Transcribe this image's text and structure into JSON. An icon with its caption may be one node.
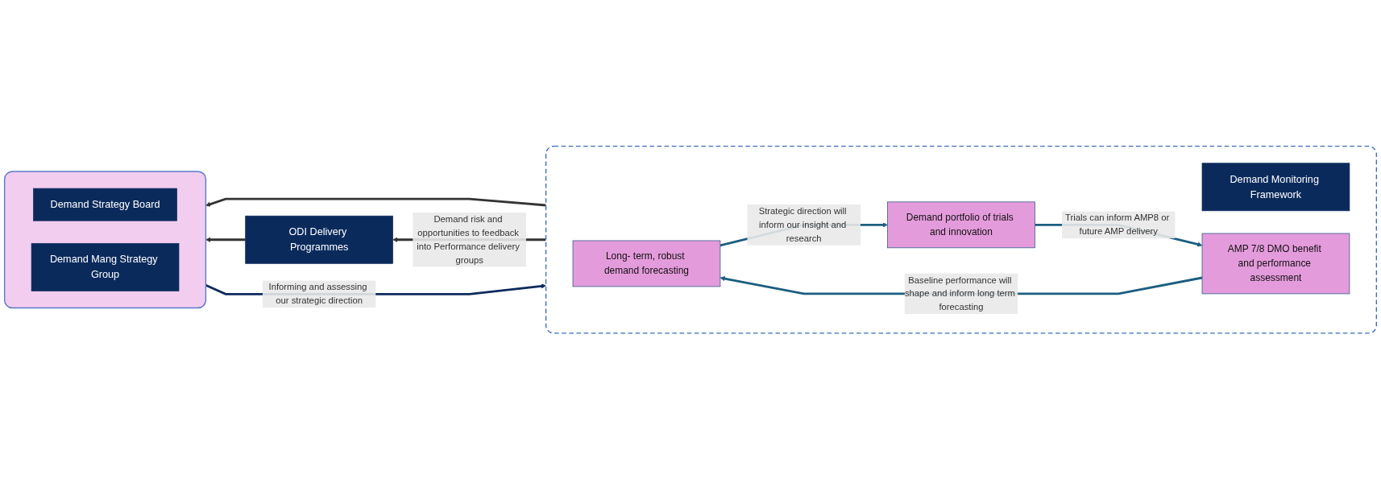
{
  "diagram": {
    "nodes": [
      {
        "text": [],
        "shape": "box"
      },
      {
        "text": [
          "Demand Strategy Board"
        ],
        "in": 0
      },
      {
        "text": [
          "Demand Mang Strategy Group"
        ],
        "in": 0
      },
      {
        "text": [
          "ODI Delivery Programmes"
        ]
      },
      {
        "text": [],
        "shape": "box"
      },
      {
        "text": [
          "Demand Monitoring Framework"
        ],
        "in": 4
      },
      {
        "text": [
          "Long- term, robust demand forecasting"
        ],
        "in": 4
      },
      {
        "text": [
          "Demand portfolio of trials and innovation"
        ],
        "in": 4
      },
      {
        "text": [
          "AMP 7/8 DMO benefit and performance assessment"
        ],
        "in": 4
      }
    ],
    "edges": [
      {
        "from": 0,
        "to": 4,
        "arrow": "to",
        "label": "Informing and assessing our strategic direction",
        "color": "#0b2a5c"
      },
      {
        "from": 4,
        "to": 0,
        "arrow": "to"
      },
      {
        "from": 4,
        "to": 3,
        "arrow": "to",
        "label": "Demand risk and opportunities to feedback into Performance delivery groups"
      },
      {
        "from": 3,
        "to": 0,
        "arrow": "to"
      },
      {
        "from": 6,
        "to": 7,
        "arrow": "to",
        "label": "Strategic direction will inform our insight and research",
        "color": "#1b5e80"
      },
      {
        "from": 7,
        "to": 8,
        "arrow": "to",
        "label": "Trials can inform AMP8 or future AMP delivery",
        "color": "#1b5e80"
      },
      {
        "from": 8,
        "to": 6,
        "arrow": "to",
        "label": "Baseline performance will shape and inform long term forecasting",
        "color": "#1b5e80"
      }
    ]
  }
}
